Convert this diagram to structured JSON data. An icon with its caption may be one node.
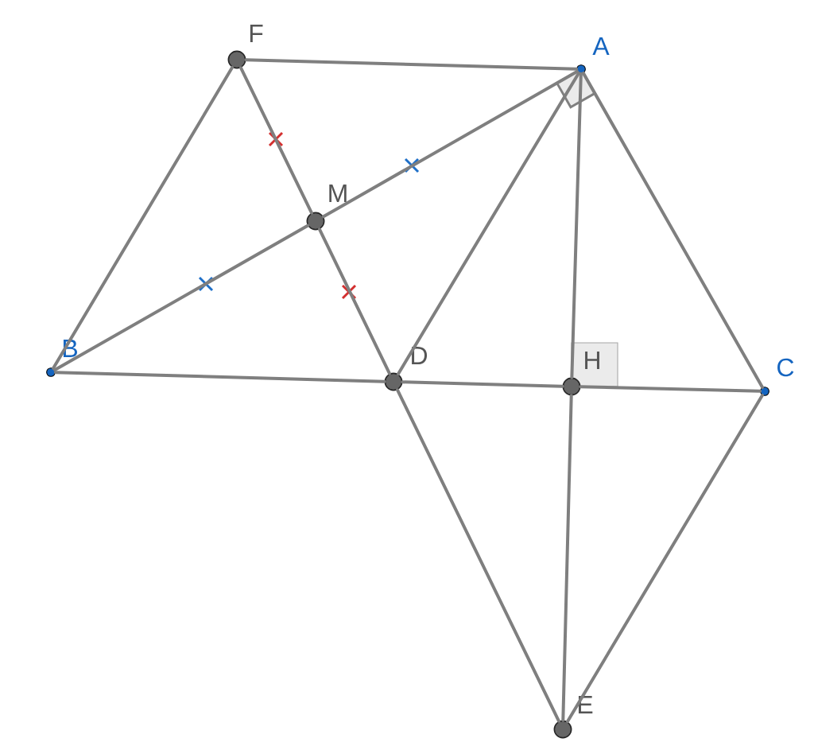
{
  "diagram": {
    "nodes": [
      {
        "text": [
          "F"
        ]
      },
      {
        "text": [
          "A"
        ]
      },
      {
        "text": [
          "M"
        ]
      },
      {
        "text": [
          "B"
        ]
      },
      {
        "text": [
          "D"
        ]
      },
      {
        "text": [
          "H"
        ]
      },
      {
        "text": [
          "C"
        ]
      },
      {
        "text": [
          "E"
        ]
      }
    ],
    "edges": [
      {
        "from": 0,
        "to": 1,
        "arrow": "none"
      },
      {
        "from": 0,
        "to": 3,
        "arrow": "none"
      },
      {
        "from": 0,
        "to": 2,
        "arrow": "none"
      },
      {
        "from": 2,
        "to": 4,
        "arrow": "none"
      },
      {
        "from": 3,
        "to": 2,
        "arrow": "none"
      },
      {
        "from": 2,
        "to": 1,
        "arrow": "none"
      },
      {
        "from": 1,
        "to": 4,
        "arrow": "none"
      },
      {
        "from": 1,
        "to": 5,
        "arrow": "none"
      },
      {
        "from": 5,
        "to": 7,
        "arrow": "none"
      },
      {
        "from": 1,
        "to": 6,
        "arrow": "none"
      },
      {
        "from": 3,
        "to": 4,
        "arrow": "none"
      },
      {
        "from": 4,
        "to": 5,
        "arrow": "none"
      },
      {
        "from": 5,
        "to": 6,
        "arrow": "none"
      },
      {
        "from": 4,
        "to": 7,
        "arrow": "none"
      },
      {
        "from": 6,
        "to": 7,
        "arrow": "none"
      }
    ]
  }
}
